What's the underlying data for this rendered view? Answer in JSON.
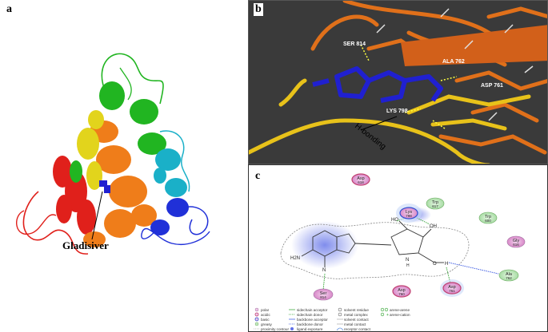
{
  "panel_a": {
    "label": "a",
    "annotation": "Gladisiver",
    "colors": {
      "red": "#e0201b",
      "orange": "#ef7d1a",
      "yellow": "#e2d41c",
      "green": "#21b521",
      "cyan": "#1ab0c8",
      "blue": "#2030d8"
    }
  },
  "panel_b": {
    "label": "b",
    "residue_labels": [
      "SER 814",
      "ALA 762",
      "ASP 761",
      "LYS 798"
    ],
    "annotation": "H-bonding",
    "colors": {
      "protein": "#e0701a",
      "ligand": "#2020d0",
      "ribbon": "#e8c21a"
    }
  },
  "panel_c": {
    "label": "c",
    "residues": [
      {
        "name": "Asp",
        "num": "618",
        "type": "acidic"
      },
      {
        "name": "Trp",
        "num": "617",
        "type": "greasy"
      },
      {
        "name": "Lys",
        "num": "798",
        "type": "basic"
      },
      {
        "name": "Trp",
        "num": "600",
        "type": "greasy"
      },
      {
        "name": "Gly",
        "num": "616",
        "type": "polar"
      },
      {
        "name": "Ala",
        "num": "762",
        "type": "greasy"
      },
      {
        "name": "Asp",
        "num": "761",
        "type": "acidic"
      },
      {
        "name": "Asp",
        "num": "760",
        "type": "acidic"
      },
      {
        "name": "Ser",
        "num": "814",
        "type": "polar"
      }
    ],
    "atoms": {
      "ho": "HO",
      "oh": "OH",
      "n": "N",
      "h": "H",
      "o": "O",
      "nh2": "H2N"
    },
    "legend_col1": [
      "polar",
      "acidic",
      "basic",
      "greasy",
      "proximity contour"
    ],
    "legend_col2": [
      "sidechain acceptor",
      "sidechain donor",
      "backbone acceptor",
      "backbone donor",
      "ligand exposure"
    ],
    "legend_col3": [
      "solvent residue",
      "metal complex",
      "solvent contact",
      "metal contact",
      "receptor contact"
    ],
    "legend_col4": [
      "arene-arene",
      "arene-cation"
    ]
  }
}
